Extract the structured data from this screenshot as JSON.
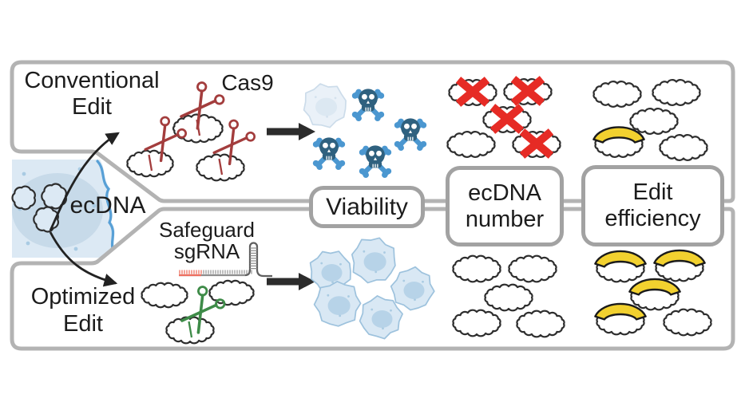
{
  "figure": {
    "cell_label": "ecDNA",
    "paths": {
      "conventional": {
        "label_line1": "Conventional",
        "label_line2": "Edit",
        "enzyme": "Cas9",
        "outcome": {
          "live_cells": 1,
          "dead_cells": 4,
          "ecdna_total": 5,
          "ecdna_destroyed": 4,
          "ecdna_edited": 1
        }
      },
      "optimized": {
        "label_line1": "Optimized",
        "label_line2": "Edit",
        "guide_line1": "Safeguard",
        "guide_line2": "sgRNA",
        "outcome": {
          "live_cells": 5,
          "dead_cells": 0,
          "ecdna_total": 5,
          "ecdna_destroyed": 0,
          "ecdna_edited": 4
        }
      }
    },
    "readouts": {
      "viability": {
        "label": "Viability"
      },
      "ecdna_number": {
        "line1": "ecDNA",
        "line2": "number"
      },
      "edit_efficiency": {
        "line1": "Edit",
        "line2": "efficiency"
      }
    },
    "icons": {
      "cas9_scissors": "scissors-icon",
      "safeguard_scissors": "scissors-icon",
      "dead_cell": "skull-crossbones-icon",
      "live_cell": "cell-icon",
      "ecdna_ring": "ecdna-icon",
      "destroyed_mark": "red-cross-icon",
      "edited_mark": "edit-band-icon",
      "guide_rna": "sgrna-icon"
    },
    "colors": {
      "frame": "#b3b3b3",
      "readout_border": "#a2a2a2",
      "cas9_scissors": "#a33d3d",
      "safeguard_scissors": "#3e8b48",
      "skull": "#2f617f",
      "bones": "#4b97d0",
      "cross": "#e62b25",
      "edit_band": "#f2d12f",
      "cell_fill": "#dce9f4",
      "cell_inner": "#c7dae9",
      "membrane": "#58a0d6",
      "sgrna_seed": "#ee6f5f",
      "sgrna_scaffold": "#9b9b9b",
      "ink": "#2e2e2e"
    }
  }
}
